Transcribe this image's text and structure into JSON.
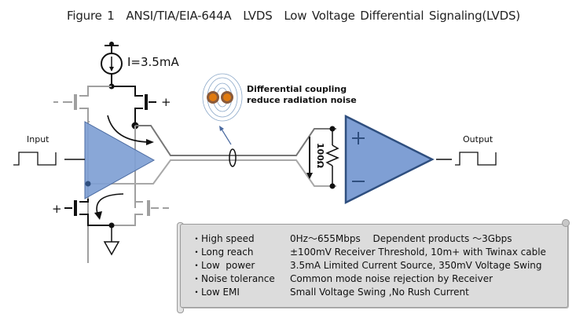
{
  "figure": {
    "title": "Figure 1　ANSI/TIA/EIA-644A　LVDS　Low Voltage Differential Signaling(LVDS)"
  },
  "circuit": {
    "current_source_label": "I=3.5mA",
    "input_label": "Input",
    "output_label": "Output",
    "termination_resistor_label": "100Ω",
    "transistor_polarities": {
      "top_left": "−",
      "top_right": "+",
      "bottom_left": "+",
      "bottom_right": "−"
    },
    "receiver_plus": "+",
    "receiver_minus": "−",
    "coupling_note": [
      "Differential coupling",
      "reduce radiation noise"
    ],
    "colors": {
      "triangle_fill": "#7f9fd4",
      "triangle_stroke": "#2f4f7f",
      "active_wire": "#111111",
      "inactive_wire": "#a0a0a0",
      "core_orange": "#e07a10"
    }
  },
  "features": [
    {
      "name": "High speed",
      "desc": "0Hz～655Mbps　 Dependent products ～3Gbps"
    },
    {
      "name": "Long reach",
      "desc": "±100mV Receiver Threshold, 10m+ with Twinax cable"
    },
    {
      "name": "Low  power",
      "desc": "3.5mA Limited Current Source, 350mV Voltage Swing"
    },
    {
      "name": "Noise tolerance",
      "desc": "Common mode noise rejection by Receiver"
    },
    {
      "name": "Low EMI",
      "desc": "Small Voltage Swing ,No Rush Current"
    }
  ],
  "bullet": "・"
}
